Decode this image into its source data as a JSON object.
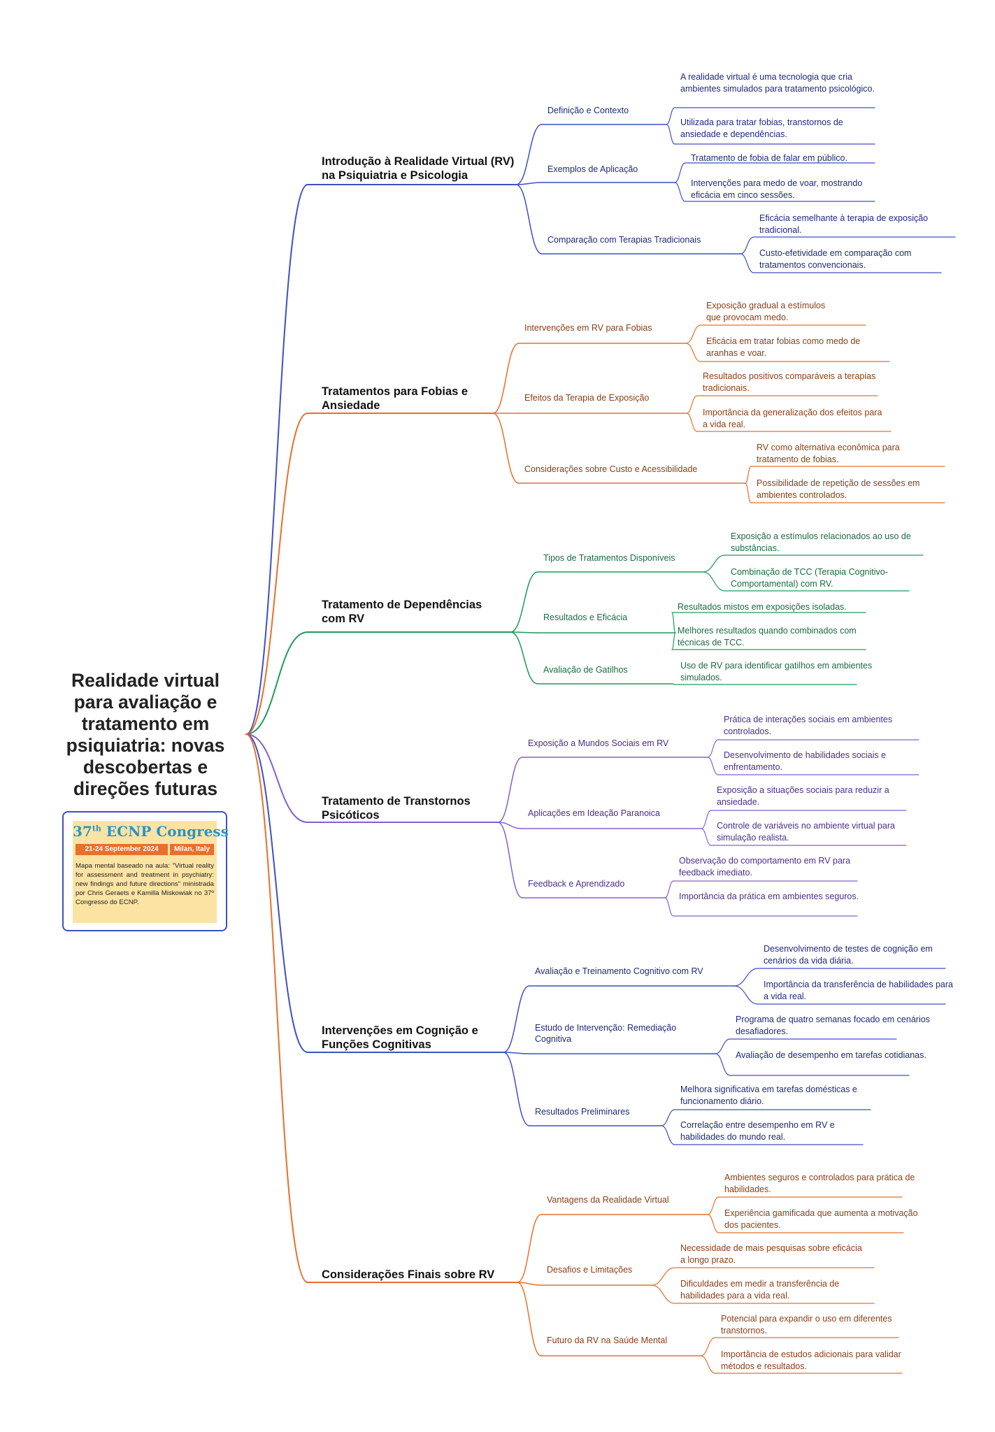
{
  "title": "Realidade virtual para avaliação e tratamento em psiquiatria: novas descobertas e direções futuras",
  "card": {
    "congress_num": "37",
    "congress_sup": "th",
    "congress_name": "ECNP Congress",
    "date": "21-24 September 2024",
    "place": "Milan, Italy",
    "description": "Mapa mental baseado na aula: \"Virtual reality for assessment and treatment in psychiatry: new findings and future directions\" ministrada por Chris Geraets e Kamilla Miskowiak no 37º Congresso do ECNP."
  },
  "colors": {
    "blue": "#3f4fc5",
    "orange": "#e8702b",
    "green": "#1f9a5c",
    "purple": "#8560cf",
    "navy": "#1f2a7a",
    "brown": "#8a3f14",
    "darkgreen": "#1b6b3f",
    "violet": "#4a2f8a"
  },
  "branches": [
    {
      "label": "Introdução à Realidade Virtual (RV) na Psiquiatria e Psicologia",
      "color": "blue",
      "text_color": "navy",
      "children": [
        {
          "label": "Definição e Contexto",
          "leaves": [
            "A realidade virtual é uma tecnologia que cria ambientes simulados para tratamento psicológico.",
            "Utilizada para tratar fobias, transtornos de ansiedade e dependências."
          ]
        },
        {
          "label": "Exemplos de Aplicação",
          "leaves": [
            "Tratamento de fobia de falar em público.",
            "Intervenções para medo de voar, mostrando eficácia em cinco sessões."
          ]
        },
        {
          "label": "Comparação com Terapias Tradicionais",
          "leaves": [
            "Eficácia semelhante à terapia de exposição tradicional.",
            "Custo-efetividade em comparação com tratamentos convencionais."
          ]
        }
      ]
    },
    {
      "label": "Tratamentos para Fobias e Ansiedade",
      "color": "orange",
      "text_color": "brown",
      "children": [
        {
          "label": "Intervenções em RV para Fobias",
          "leaves": [
            "Exposição gradual a estímulos que provocam medo.",
            "Eficácia em tratar fobias como medo de aranhas e voar."
          ]
        },
        {
          "label": "Efeitos da Terapia de Exposição",
          "leaves": [
            "Resultados positivos comparáveis a terapias tradicionais.",
            "Importância da generalização dos efeitos para a vida real."
          ]
        },
        {
          "label": "Considerações sobre Custo e Acessibilidade",
          "leaves": [
            "RV como alternativa econômica para tratamento de fobias.",
            "Possibilidade de repetição de sessões em ambientes controlados."
          ]
        }
      ]
    },
    {
      "label": "Tratamento de Dependências com RV",
      "color": "green",
      "text_color": "darkgreen",
      "children": [
        {
          "label": "Tipos de Tratamentos Disponíveis",
          "leaves": [
            "Exposição a estímulos relacionados ao uso de substâncias.",
            "Combinação de TCC (Terapia Cognitivo-Comportamental) com RV."
          ]
        },
        {
          "label": "Resultados e Eficácia",
          "leaves": [
            "Resultados mistos em exposições isoladas.",
            "Melhores resultados quando combinados com técnicas de TCC."
          ]
        },
        {
          "label": "Avaliação de Gatilhos",
          "leaves": [
            "Uso de RV para identificar gatilhos em ambientes simulados."
          ]
        }
      ]
    },
    {
      "label": "Tratamento de Transtornos Psicóticos",
      "color": "purple",
      "text_color": "violet",
      "children": [
        {
          "label": "Exposição a Mundos Sociais em RV",
          "leaves": [
            "Prática de interações sociais em ambientes controlados.",
            "Desenvolvimento de habilidades sociais e enfrentamento."
          ]
        },
        {
          "label": "Aplicações em Ideação Paranoica",
          "leaves": [
            "Exposição a situações sociais para reduzir a ansiedade.",
            "Controle de variáveis no ambiente virtual para simulação realista."
          ]
        },
        {
          "label": "Feedback e Aprendizado",
          "leaves": [
            "Observação do comportamento em RV para feedback imediato.",
            "Importância da prática em ambientes seguros."
          ]
        }
      ]
    },
    {
      "label": "Intervenções em Cognição e Funções Cognitivas",
      "color": "blue",
      "text_color": "navy",
      "children": [
        {
          "label": "Avaliação e Treinamento Cognitivo com RV",
          "leaves": [
            "Desenvolvimento de testes de cognição em cenários da vida diária.",
            "Importância da transferência de habilidades para a vida real."
          ]
        },
        {
          "label": "Estudo de Intervenção: Remediação Cognitiva",
          "leaves": [
            "Programa de quatro semanas focado em cenários desafiadores.",
            "Avaliação de desempenho em tarefas cotidianas."
          ]
        },
        {
          "label": "Resultados Preliminares",
          "leaves": [
            "Melhora significativa em tarefas domésticas e funcionamento diário.",
            "Correlação entre desempenho em RV e habilidades do mundo real."
          ]
        }
      ]
    },
    {
      "label": "Considerações Finais sobre RV",
      "color": "orange",
      "text_color": "brown",
      "children": [
        {
          "label": "Vantagens da Realidade Virtual",
          "leaves": [
            "Ambientes seguros e controlados para prática de habilidades.",
            "Experiência gamificada que aumenta a motivação dos pacientes."
          ]
        },
        {
          "label": "Desafios e Limitações",
          "leaves": [
            "Necessidade de mais pesquisas sobre eficácia a longo prazo.",
            "Dificuldades em medir a transferência de habilidades para a vida real."
          ]
        },
        {
          "label": "Futuro da RV na Saúde Mental",
          "leaves": [
            "Potencial para expandir o uso em diferentes transtornos.",
            "Importância de estudos adicionais para validar métodos e resultados."
          ]
        }
      ]
    }
  ]
}
